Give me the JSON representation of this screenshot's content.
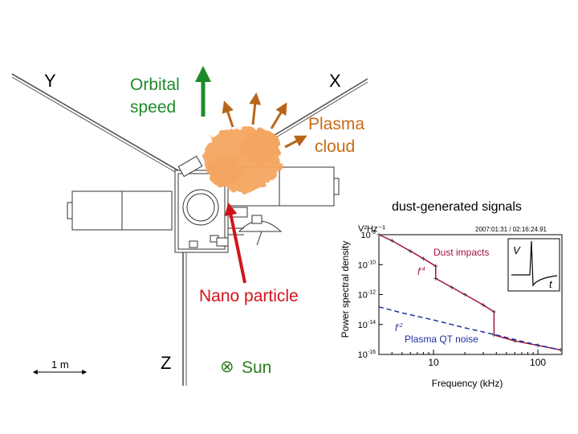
{
  "diagram": {
    "axes": {
      "y": "Y",
      "x": "X",
      "z": "Z"
    },
    "orbital": {
      "line1": "Orbital",
      "line2": "speed",
      "color": "#1f8a2a"
    },
    "plasma": {
      "line1": "Plasma",
      "line2": "cloud",
      "color": "#c86a14"
    },
    "nano": {
      "label": "Nano particle",
      "color": "#d0141c"
    },
    "sun": {
      "symbol": "⊗",
      "label": "Sun",
      "color": "#2e7d1e"
    },
    "scale": {
      "label": "1 m"
    }
  },
  "chart_data": {
    "type": "line",
    "title": "dust-generated signals",
    "timestamp": "2007:01:31 / 02:16:24.91",
    "xlabel": "Frequency  (kHz)",
    "ylabel": "Power spectral density",
    "units": "V²Hz⁻¹",
    "xscale": "log",
    "yscale": "log",
    "xlim": [
      3,
      170
    ],
    "ylim": [
      1e-16,
      1e-08
    ],
    "xticks": [
      {
        "value": 10,
        "label": "10"
      },
      {
        "value": 100,
        "label": "100"
      }
    ],
    "yticks": [
      {
        "value": 1e-08,
        "base": "10",
        "exp": "-8"
      },
      {
        "value": 1e-10,
        "base": "10",
        "exp": "-10"
      },
      {
        "value": 1e-12,
        "base": "10",
        "exp": "-12"
      },
      {
        "value": 1e-14,
        "base": "10",
        "exp": "-14"
      },
      {
        "value": 1e-16,
        "base": "10",
        "exp": "-16"
      }
    ],
    "annotations": [
      {
        "text": "Dust impacts",
        "color": "#a0143c"
      },
      {
        "text": "Plasma QT noise",
        "color": "#1f2fa0"
      },
      {
        "text": "f",
        "exp": "-4",
        "color": "#a0143c"
      },
      {
        "text": "f",
        "exp": "-2",
        "color": "#1f2fa0"
      }
    ],
    "inset": {
      "ylabel": "V",
      "xlabel": "t"
    },
    "series": [
      {
        "name": "Dust impacts",
        "style": "solid",
        "color": "#a0143c",
        "x": [
          3,
          4,
          6,
          8,
          10.5,
          10.5,
          15,
          20,
          30,
          38,
          38,
          60,
          100,
          165
        ],
        "y": [
          1e-08,
          4e-09,
          8e-10,
          2.5e-10,
          8e-11,
          1.2e-11,
          3e-12,
          1e-12,
          2e-13,
          7e-14,
          2e-15,
          8e-16,
          4e-16,
          2e-16
        ]
      },
      {
        "name": "Plasma QT noise",
        "style": "dashed",
        "color": "#1f2fa0",
        "x": [
          3,
          5,
          10,
          20,
          40,
          80,
          165
        ],
        "y": [
          1.5e-13,
          6e-14,
          2e-14,
          6e-15,
          2e-15,
          6e-16,
          2e-16
        ]
      }
    ]
  }
}
